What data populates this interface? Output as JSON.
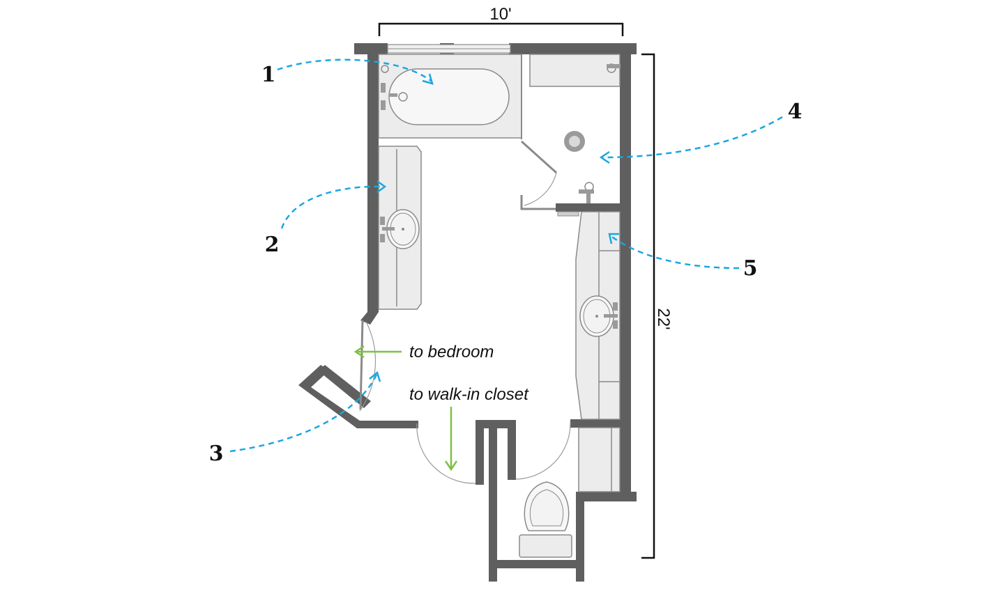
{
  "dimensions": {
    "width_label": "10'",
    "height_label": "22'"
  },
  "callouts": [
    {
      "id": "1",
      "label": "1"
    },
    {
      "id": "2",
      "label": "2"
    },
    {
      "id": "3",
      "label": "3"
    },
    {
      "id": "4",
      "label": "4"
    },
    {
      "id": "5",
      "label": "5"
    }
  ],
  "notes": {
    "bedroom": "to bedroom",
    "closet": "to walk-in closet"
  },
  "colors": {
    "wall": "#5f5f5f",
    "callout_arrow": "#1aa7e0",
    "direction_arrow": "#7cc242"
  }
}
